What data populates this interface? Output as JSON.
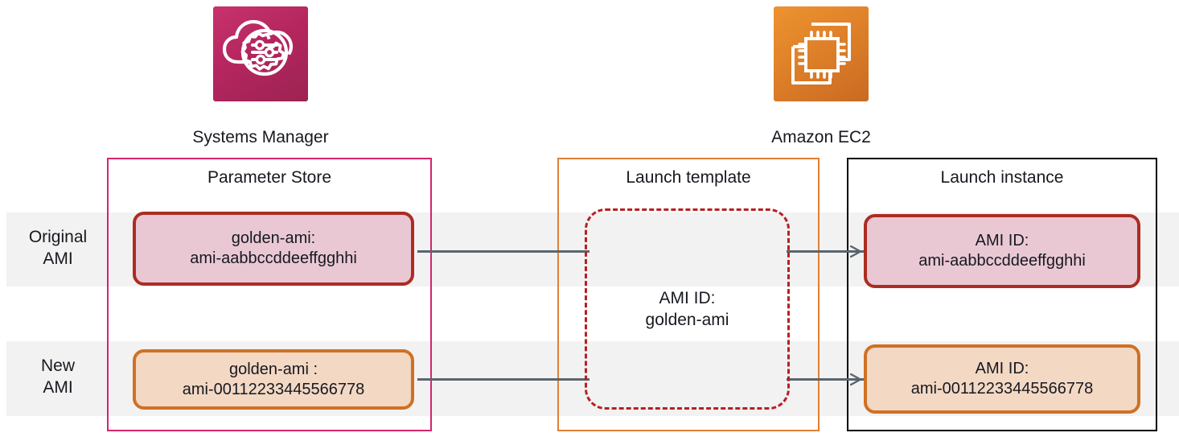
{
  "services": [
    {
      "id": "systems-manager",
      "caption": "Systems Manager",
      "icon": "ssm-cloud-gear-icon",
      "color": "#b5265f"
    },
    {
      "id": "amazon-ec2",
      "caption": "Amazon EC2",
      "icon": "ec2-chip-icon",
      "color": "#e1832a"
    }
  ],
  "rows": [
    {
      "id": "original",
      "label_line1": "Original",
      "label_line2": "AMI",
      "band_color": "#f2f2f2"
    },
    {
      "id": "new",
      "label_line1": "New",
      "label_line2": "AMI",
      "band_color": "#f2f2f2"
    }
  ],
  "groups": {
    "parameter_store": {
      "title": "Parameter Store",
      "border_color": "#d6246e"
    },
    "launch_template": {
      "title": "Launch template",
      "border_color": "#e08033"
    },
    "launch_instance": {
      "title": "Launch instance",
      "border_color": "#000000"
    }
  },
  "nodes": {
    "parameter_store_original": {
      "line1": "golden-ami:",
      "line2": "ami-aabbccddeeffgghhi",
      "border_color": "#ac2c22",
      "fill_color": "#e9c8d4"
    },
    "parameter_store_new": {
      "line1": "golden-ami :",
      "line2": "ami-00112233445566778",
      "border_color": "#cf7124",
      "fill_color": "#f3d8c4"
    },
    "launch_template": {
      "line1": "AMI ID:",
      "line2": "golden-ami",
      "border_color": "#b72025",
      "fill_color": "transparent"
    },
    "launch_instance_original": {
      "line1": "AMI ID:",
      "line2": "ami-aabbccddeeffgghhi",
      "border_color": "#ac2c22",
      "fill_color": "#e9c8d4"
    },
    "launch_instance_new": {
      "line1": "AMI ID:",
      "line2": "ami-00112233445566778",
      "border_color": "#cf7124",
      "fill_color": "#f3d8c4"
    }
  },
  "connectors": {
    "line_color": "#5a6570",
    "arrow_label": "flow-arrow"
  }
}
